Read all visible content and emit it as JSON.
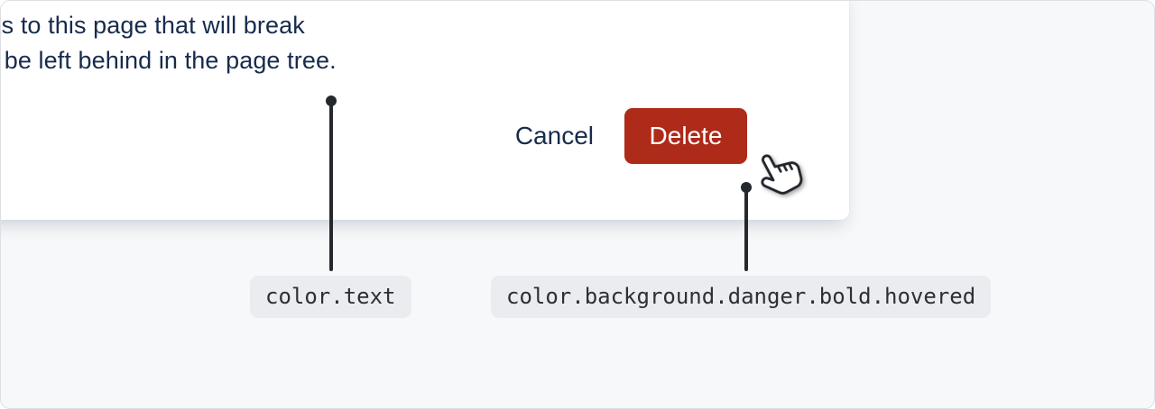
{
  "modal": {
    "body_lines": [
      "e links to this page that will break",
      "s will be left behind in the page tree."
    ],
    "cancel_label": "Cancel",
    "delete_label": "Delete"
  },
  "annotations": {
    "tokens": [
      {
        "label": "color.text"
      },
      {
        "label": "color.background.danger.bold.hovered"
      }
    ]
  },
  "colors": {
    "frame_bg": "#F7F8F9",
    "frame_border": "#DCDFE4",
    "card_bg": "#FFFFFF",
    "text": "#172B4D",
    "danger_bold_hovered": "#AE2A19",
    "on_danger": "#FFFFFF",
    "pill_bg": "#EBECF0",
    "pill_text": "#2B3036",
    "callout": "#25292E"
  }
}
